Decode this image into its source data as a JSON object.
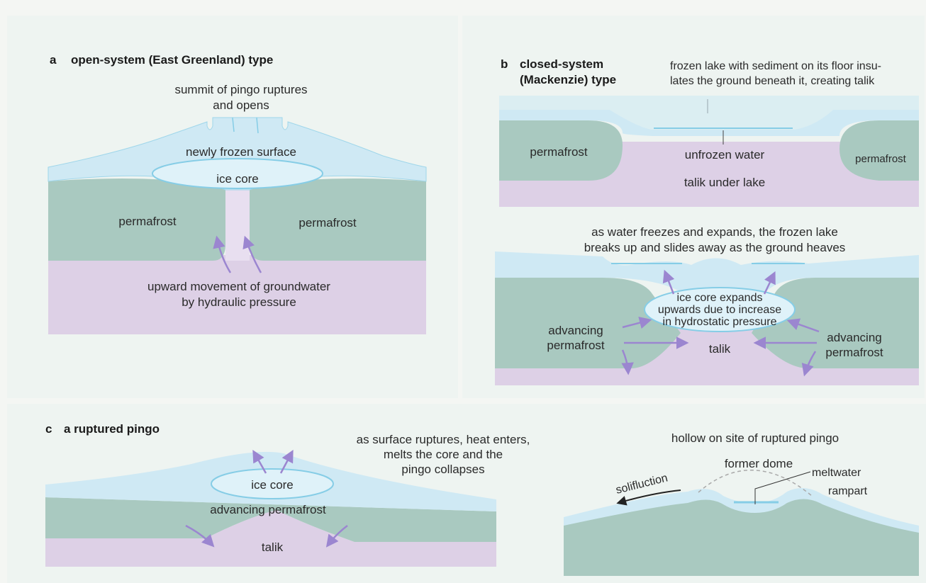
{
  "colors": {
    "ice": "#cfe9f4",
    "ice_edge": "#86cde6",
    "permafrost": "#a9c9c0",
    "talik": "#ddd0e6",
    "arrow": "#9b86d0",
    "page": "#f4f6f3",
    "panel": "#eef4f1"
  },
  "panel_a": {
    "letter": "a",
    "title": "open-system (East Greenland) type",
    "summit_label": "summit of pingo ruptures\nand opens",
    "surface_label": "newly frozen surface",
    "ice_core_label": "ice core",
    "permafrost_left_label": "permafrost",
    "permafrost_right_label": "permafrost",
    "groundwater_label": "upward movement of groundwater\nby hydraulic pressure"
  },
  "panel_b": {
    "letter": "b",
    "title": "closed-system\n(Mackenzie) type",
    "lake_label": "frozen lake with sediment on its floor insu-\nlates the ground beneath it, creating talik",
    "permafrost_left_label": "permafrost",
    "unfrozen_label": "unfrozen water",
    "permafrost_right_label": "permafrost",
    "talik_label": "talik under lake",
    "heave_label": "as water freezes and expands, the frozen lake\nbreaks up and slides away as the ground heaves",
    "core_expand_label": "ice core expands\nupwards due to increase\nin hydrostatic pressure",
    "advancing_left_label": "advancing\npermafrost",
    "advancing_right_label": "advancing\npermafrost",
    "talik2_label": "talik"
  },
  "panel_c": {
    "letter": "c",
    "title": "a ruptured pingo",
    "rupture_label": "as surface ruptures, heat enters,\nmelts the core and the\npingo collapses",
    "ice_core_label": "ice core",
    "advancing_label": "advancing permafrost",
    "talik_label": "talik",
    "hollow_label": "hollow on site of ruptured pingo",
    "former_dome_label": "former dome",
    "meltwater_label": "meltwater",
    "rampart_label": "rampart",
    "solifluction_label": "solifluction"
  }
}
